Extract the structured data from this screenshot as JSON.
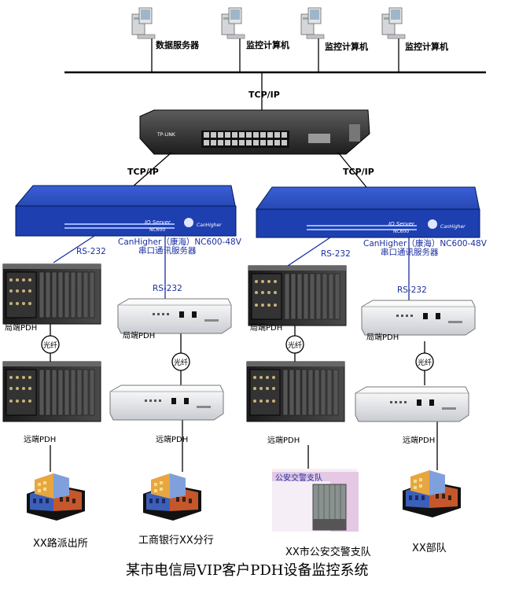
{
  "title": "某市电信局VIP客户PDH设备监控系统",
  "top_nodes": [
    {
      "label": "数据服务器",
      "icon": "server-icon"
    },
    {
      "label": "监控计算机",
      "icon": "computer-icon"
    },
    {
      "label": "监控计算机",
      "icon": "computer-icon"
    },
    {
      "label": "监控计算机",
      "icon": "computer-icon"
    }
  ],
  "switch": {
    "brand": "TP-LINK",
    "link_top": "TCP/IP",
    "link_left": "TCP/IP",
    "link_right": "TCP/IP"
  },
  "serial_servers": [
    {
      "panel_text": "IO Server",
      "panel_model": "NC600",
      "panel_brand": "CanHigher",
      "name_line1": "CanHigher（康海）NC600-48V",
      "name_line2": "串口通讯服务器"
    },
    {
      "panel_text": "IO Server",
      "panel_model": "NC600",
      "panel_brand": "CanHigher",
      "name_line1": "CanHigher（康海）NC600-48V",
      "name_line2": "串口通讯服务器"
    }
  ],
  "links": {
    "rs232": "RS-232",
    "fiber": "光纤"
  },
  "branches": [
    {
      "local": "局端PDH",
      "remote": "远端PDH",
      "site": "XX路派出所"
    },
    {
      "local": "局端PDH",
      "remote": "远端PDH",
      "site": "工商银行XX分行"
    },
    {
      "local": "局端PDH",
      "remote": "远端PDH",
      "site": "XX市公安交警支队",
      "site_sign": "公安交警支队"
    },
    {
      "local": "局端PDH",
      "remote": "远端PDH",
      "site": "XX部队"
    }
  ],
  "colors": {
    "line": "#000000",
    "device_blue": "#1e3fb0",
    "label_blue": "#1a2fa0",
    "rack_dark": "#2a2a2a"
  }
}
